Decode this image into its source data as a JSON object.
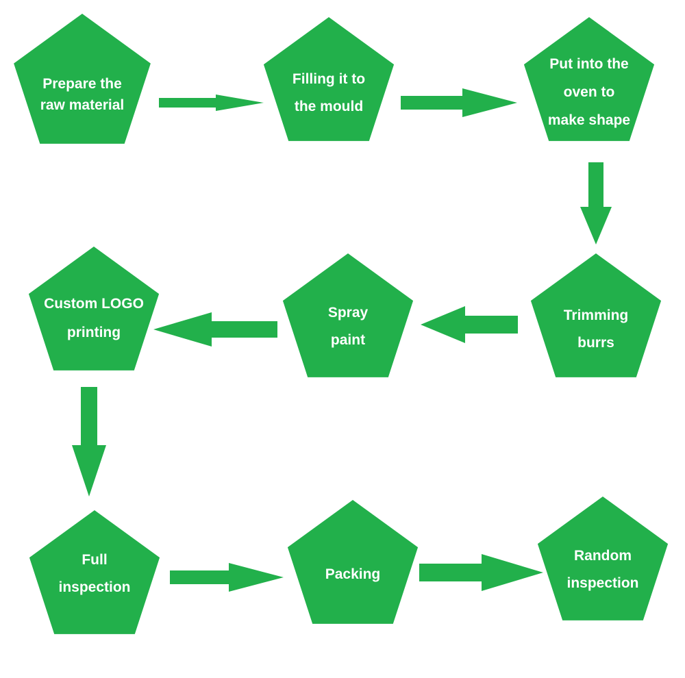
{
  "colors": {
    "shape_fill": "#22b04b",
    "text": "#ffffff",
    "background": "#ffffff"
  },
  "steps": [
    {
      "id": "prepare",
      "lines": [
        "Prepare the",
        "raw material"
      ]
    },
    {
      "id": "filling",
      "lines": [
        "Filling it to",
        "the mould"
      ]
    },
    {
      "id": "oven",
      "lines": [
        "Put into the",
        "oven to",
        "make shape"
      ]
    },
    {
      "id": "trimming",
      "lines": [
        "Trimming",
        "burrs"
      ]
    },
    {
      "id": "spray",
      "lines": [
        "Spray",
        "paint"
      ]
    },
    {
      "id": "logo",
      "lines": [
        "Custom LOGO",
        "printing"
      ]
    },
    {
      "id": "full",
      "lines": [
        "Full",
        "inspection"
      ]
    },
    {
      "id": "packing",
      "lines": [
        "Packing"
      ]
    },
    {
      "id": "random",
      "lines": [
        "Random",
        "inspection"
      ]
    }
  ],
  "flow": [
    {
      "from": "prepare",
      "to": "filling",
      "direction": "right"
    },
    {
      "from": "filling",
      "to": "oven",
      "direction": "right"
    },
    {
      "from": "oven",
      "to": "trimming",
      "direction": "down"
    },
    {
      "from": "trimming",
      "to": "spray",
      "direction": "left"
    },
    {
      "from": "spray",
      "to": "logo",
      "direction": "left"
    },
    {
      "from": "logo",
      "to": "full",
      "direction": "down"
    },
    {
      "from": "full",
      "to": "packing",
      "direction": "right"
    },
    {
      "from": "packing",
      "to": "random",
      "direction": "right"
    }
  ]
}
